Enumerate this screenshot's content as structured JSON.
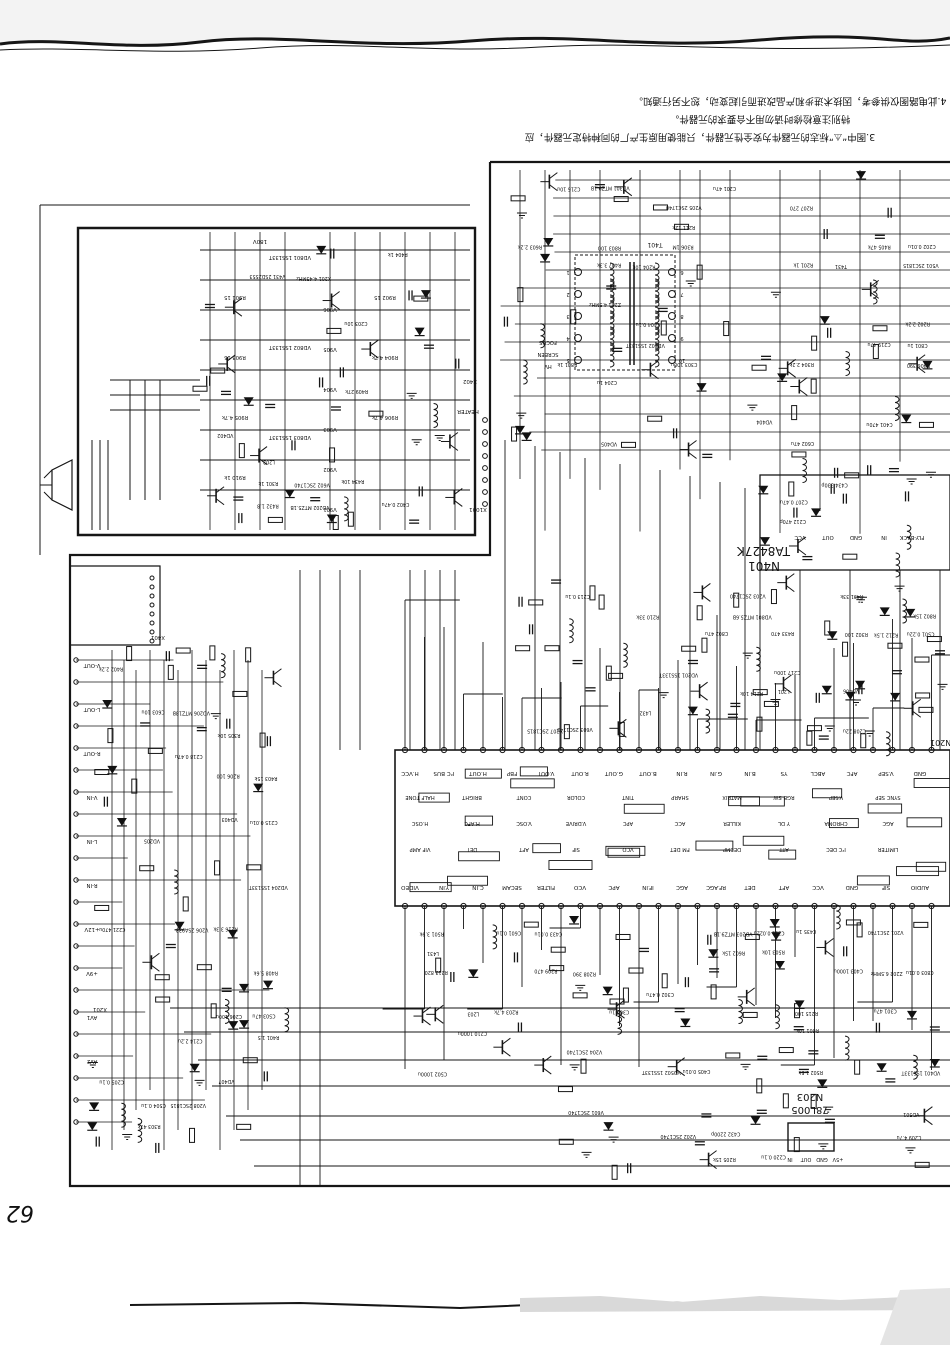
{
  "page": {
    "page_number": "62",
    "notes": [
      "3.图中“⚠”标志的元器件为安全性元器件，只能使用原生产厂的同种特定元器件，应",
      "特别注意检修时请勿用不合要求的元器件。",
      "4.此电路图仅供参考，因技术进步和产品改进而引起变动，恕不另行通知。"
    ]
  },
  "ics": {
    "main_ic": {
      "label": "N201"
    },
    "vertical_ic": {
      "label": "N401",
      "part": "TA8427K"
    },
    "regulator": {
      "label": "N203",
      "part": "78L005"
    }
  },
  "crt_board": {
    "label": "X1001",
    "transistors": [
      "V901",
      "V902",
      "V903",
      "V904",
      "V905",
      "V906"
    ],
    "resistors": [
      "R901 15",
      "R902 15",
      "R903 15",
      "R904 4.7k",
      "R905 4.7k",
      "R906 4.7k",
      "R910 1k"
    ],
    "diodes": [
      "VD801 1SS133T",
      "VD802 1SS133T",
      "VD803 1SS133T"
    ],
    "supply": "180V",
    "heater": "HEATER"
  },
  "flyback": {
    "label": "T401",
    "pins": [
      "1",
      "2",
      "3",
      "4",
      "5",
      "6",
      "7",
      "8",
      "9",
      "10"
    ],
    "outputs": [
      "FOCUS",
      "SCREEN",
      "HV"
    ]
  },
  "connectors": {
    "speaker": "X401",
    "yoke": "X402",
    "av": "X201"
  },
  "io_labels": [
    "V-OUT",
    "L-OUT",
    "R-OUT",
    "V-IN",
    "L-IN",
    "R-IN",
    "+12V",
    "+9V",
    "AV1",
    "AV2"
  ],
  "ic_pin_labels_top": [
    "H.VCC",
    "I²C BUS",
    "H.OUT",
    "FBP",
    "V.OUT",
    "R.OUT",
    "G.OUT",
    "B.OUT",
    "R.IN",
    "G.IN",
    "B.IN",
    "YS",
    "ABCL",
    "AFC",
    "V.SEP",
    "GND"
  ],
  "ic_pin_labels_bottom": [
    "VIDEO",
    "Y.IN",
    "C.IN",
    "SECAM",
    "FILTER",
    "VCO",
    "APC",
    "IF.IN",
    "AGC",
    "RF.AGC",
    "DET",
    "AFT",
    "VCC",
    "GND",
    "SIF",
    "AUDIO"
  ],
  "ic_blocks": [
    "HALF TONE",
    "BRIGHT",
    "CONT",
    "COLOR",
    "TINT",
    "SHARP",
    "MATRIX",
    "RGB SW",
    "V.SEP",
    "SYNC SEP",
    "H.OSC",
    "H.AFC",
    "V.OSC",
    "V.DRIVE",
    "APC",
    "ACC",
    "KILLER",
    "Y DL",
    "CHROMA",
    "AGC",
    "VIF AMP",
    "DET",
    "AFT",
    "SIF",
    "VCO",
    "FM DET",
    "DEEMP",
    "ATT",
    "I²C DEC",
    "LIMITER"
  ],
  "vertical_ic_labels": [
    "VCC",
    "OUT",
    "GND",
    "IN",
    "FLY-BACK"
  ],
  "regulator_labels": [
    "IN",
    "OUT",
    "GND",
    "+5V"
  ],
  "component_labels": [
    "C501 0.22u",
    "C502 1000u",
    "C503 47u",
    "C504 0.1u",
    "R501 3.9k",
    "R502 1.5k",
    "R503 10k",
    "VD501",
    "VD502 1SS133T",
    "V501 2SC1815",
    "C401 470u",
    "C402 0.47u",
    "C403 1000u",
    "C404 0.1u",
    "C405 0.01u",
    "R401 1.5",
    "R402 2.2k",
    "R403 15k",
    "R404 1k",
    "R405 47k",
    "R406 390",
    "R407 3.3k",
    "R408 5.6k",
    "R409 27k",
    "VD401 1SS133T",
    "VD402",
    "VD403",
    "VD404",
    "VD405",
    "VD406",
    "VD407",
    "C432 2200p",
    "C433 0.01u",
    "C434 330p",
    "C435 1u",
    "R431 33k",
    "R432 1.8",
    "R433 470",
    "R434 10k",
    "V431 2SD2553",
    "L431",
    "L432",
    "T431",
    "C201 47u",
    "C202 0.01u",
    "C203 10u",
    "C204 1u",
    "C205 0.1u",
    "C206 100u",
    "C207 0.47u",
    "C208 22u",
    "C209 4.7u",
    "C210 1000u",
    "C211 0.022u",
    "C212 470p",
    "C213 0.1u",
    "C214 2.2u",
    "C215 0.01u",
    "C216 10u",
    "C217 100u",
    "C218 0.47u",
    "C219 47u",
    "C220 0.1u",
    "C221 470u",
    "R201 1k",
    "R202 2.2k",
    "R203 4.7k",
    "R204 10k",
    "R205 15k",
    "R206 100",
    "R207 270",
    "R208 390",
    "R209 470",
    "R210 33k",
    "R211 12k",
    "R212 1.5k",
    "R213 820",
    "R214 10k",
    "R215 100",
    "R216 3.3k",
    "VD201 1SS133T",
    "VD202 MTZ5.1B",
    "VD203 MTZ9.1B",
    "VD204 1SS133T",
    "VD205",
    "VD206 MTZ18B",
    "L201",
    "L202",
    "L203",
    "Z201 4.5MHz",
    "Z202 6.5MHz",
    "X201 4.43MHz",
    "V201 2SC1740",
    "V202 2SC1740",
    "V203 2SC1740",
    "V204 2SC1740",
    "V205 2SC1740",
    "V206 2SA933",
    "V207 2SC1815",
    "V208 2SC1815",
    "C301 47u",
    "C302 0.47u",
    "C303 100u",
    "C304 1u",
    "R301 1k",
    "R302 100",
    "R303 47k",
    "R304 2.2k",
    "R305 10k",
    "R306 1M",
    "VD301 MTZ9.1B",
    "C601 0.1u",
    "C602 47u",
    "C603 10u",
    "R601 10k",
    "R602 15k",
    "R603 2.2k",
    "V601 2SC1740",
    "V602 2SC1740",
    "V603 2SC1740",
    "C801 1u",
    "C802 47u",
    "C803 0.01u",
    "R801 1k",
    "R802 15k",
    "R803 100",
    "VD801 MTZ5.6B",
    "VD802 1SS133T"
  ]
}
